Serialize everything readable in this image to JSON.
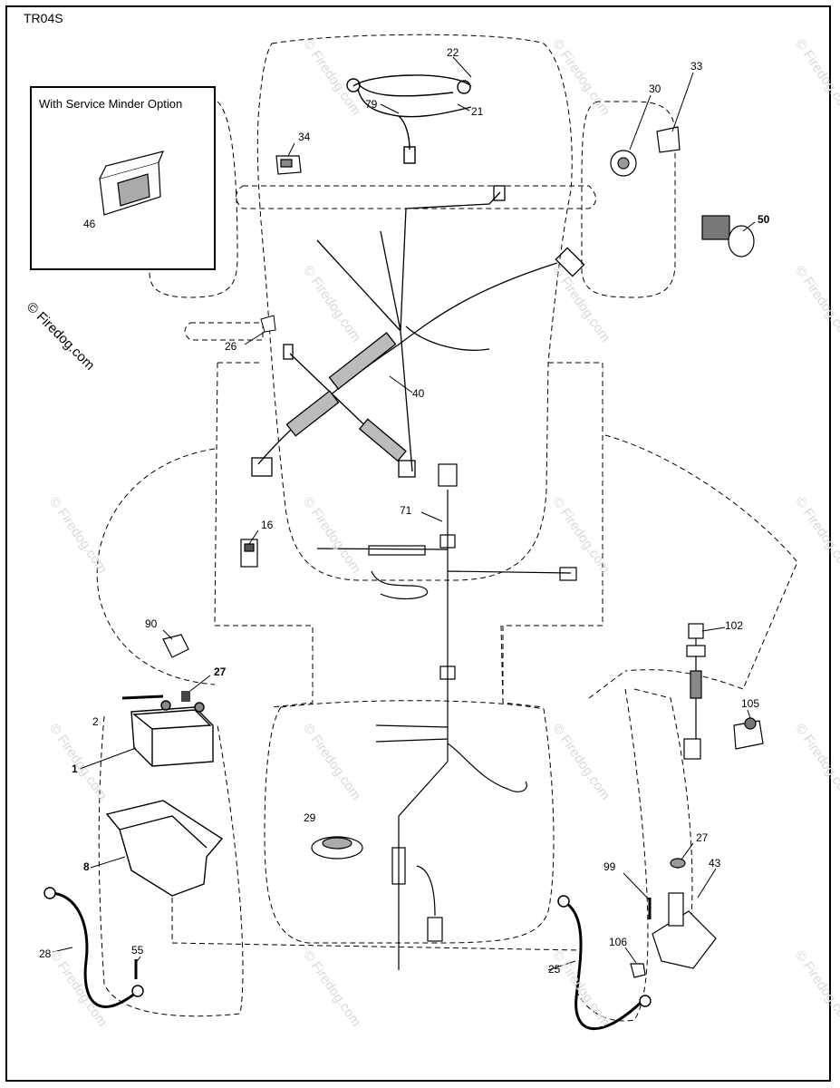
{
  "diagram_code": "TR04S",
  "inset_title": "With Service Minder Option",
  "copyright": "© Firedog.com",
  "watermark": "© Firedog.com",
  "labels": {
    "p1": "1",
    "p2": "2",
    "p8": "8",
    "p16": "16",
    "p21": "21",
    "p22": "22",
    "p25": "25",
    "p26": "26",
    "p27a": "27",
    "p27b": "27",
    "p28": "28",
    "p29": "29",
    "p30": "30",
    "p33": "33",
    "p34": "34",
    "p40": "40",
    "p43": "43",
    "p46": "46",
    "p50": "50",
    "p55": "55",
    "p71": "71",
    "p79": "79",
    "p90": "90",
    "p99": "99",
    "p102": "102",
    "p105": "105",
    "p106": "106"
  },
  "colors": {
    "line": "#000000",
    "watermark": "#d9d9d9"
  }
}
